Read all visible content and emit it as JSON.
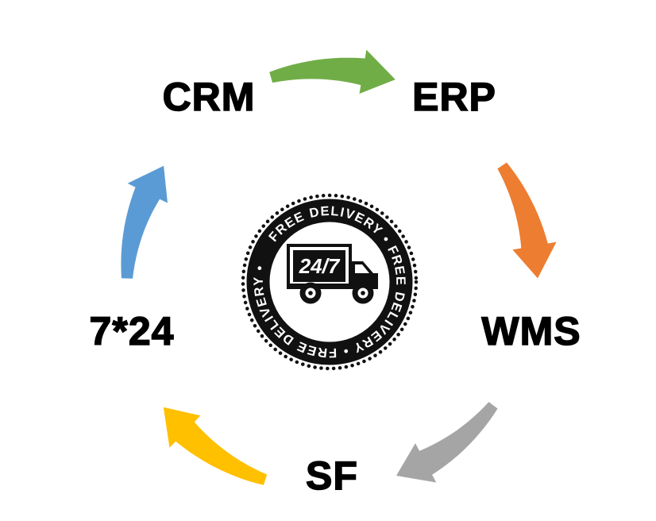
{
  "diagram": {
    "type": "cycle-diagram",
    "background": "#ffffff",
    "labels": {
      "crm": "CRM",
      "erp": "ERP",
      "wms": "WMS",
      "sf": "SF",
      "seven_by_24": "7*24"
    },
    "arrows": [
      {
        "id": "crm-to-erp",
        "from": "CRM",
        "to": "ERP",
        "color": "#70AD47"
      },
      {
        "id": "erp-to-wms",
        "from": "ERP",
        "to": "WMS",
        "color": "#ED7D31"
      },
      {
        "id": "wms-to-sf",
        "from": "WMS",
        "to": "SF",
        "color": "#A5A5A5"
      },
      {
        "id": "sf-to-7x24",
        "from": "SF",
        "to": "7*24",
        "color": "#FFC000"
      },
      {
        "id": "7x24-to-crm",
        "from": "7*24",
        "to": "CRM",
        "color": "#5B9BD5"
      }
    ],
    "badge": {
      "ring_text": "FREE DELIVERY • FREE DELIVERY • FREE DELIVERY •",
      "truck_label": "24/7",
      "ink_color": "#111111",
      "text_color": "#ffffff"
    }
  }
}
